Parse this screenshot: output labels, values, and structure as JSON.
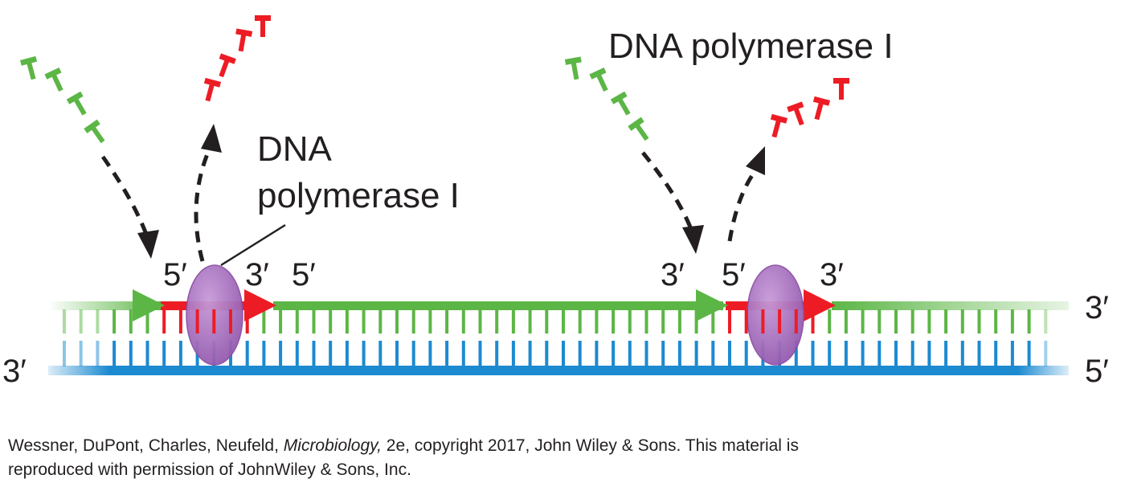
{
  "labels": {
    "enzyme_left_line1": "DNA",
    "enzyme_left_line2": "polymerase I",
    "enzyme_right": "DNA polymerase I",
    "five_prime": "5′",
    "three_prime": "3′"
  },
  "credit": {
    "authors": "Wessner, DuPont, Charles, Neufeld, ",
    "book": "Microbiology,",
    "rest_line1": " 2e, copyright 2017, John Wiley & Sons. This material is",
    "line2": "reproduced with permission of JohnWiley & Sons, Inc."
  },
  "colors": {
    "new_strand": "#5cb646",
    "primer": "#ed1c24",
    "template": "#1c8ad0",
    "enzyme": "#a56cbf",
    "arrow": "#231f20"
  }
}
